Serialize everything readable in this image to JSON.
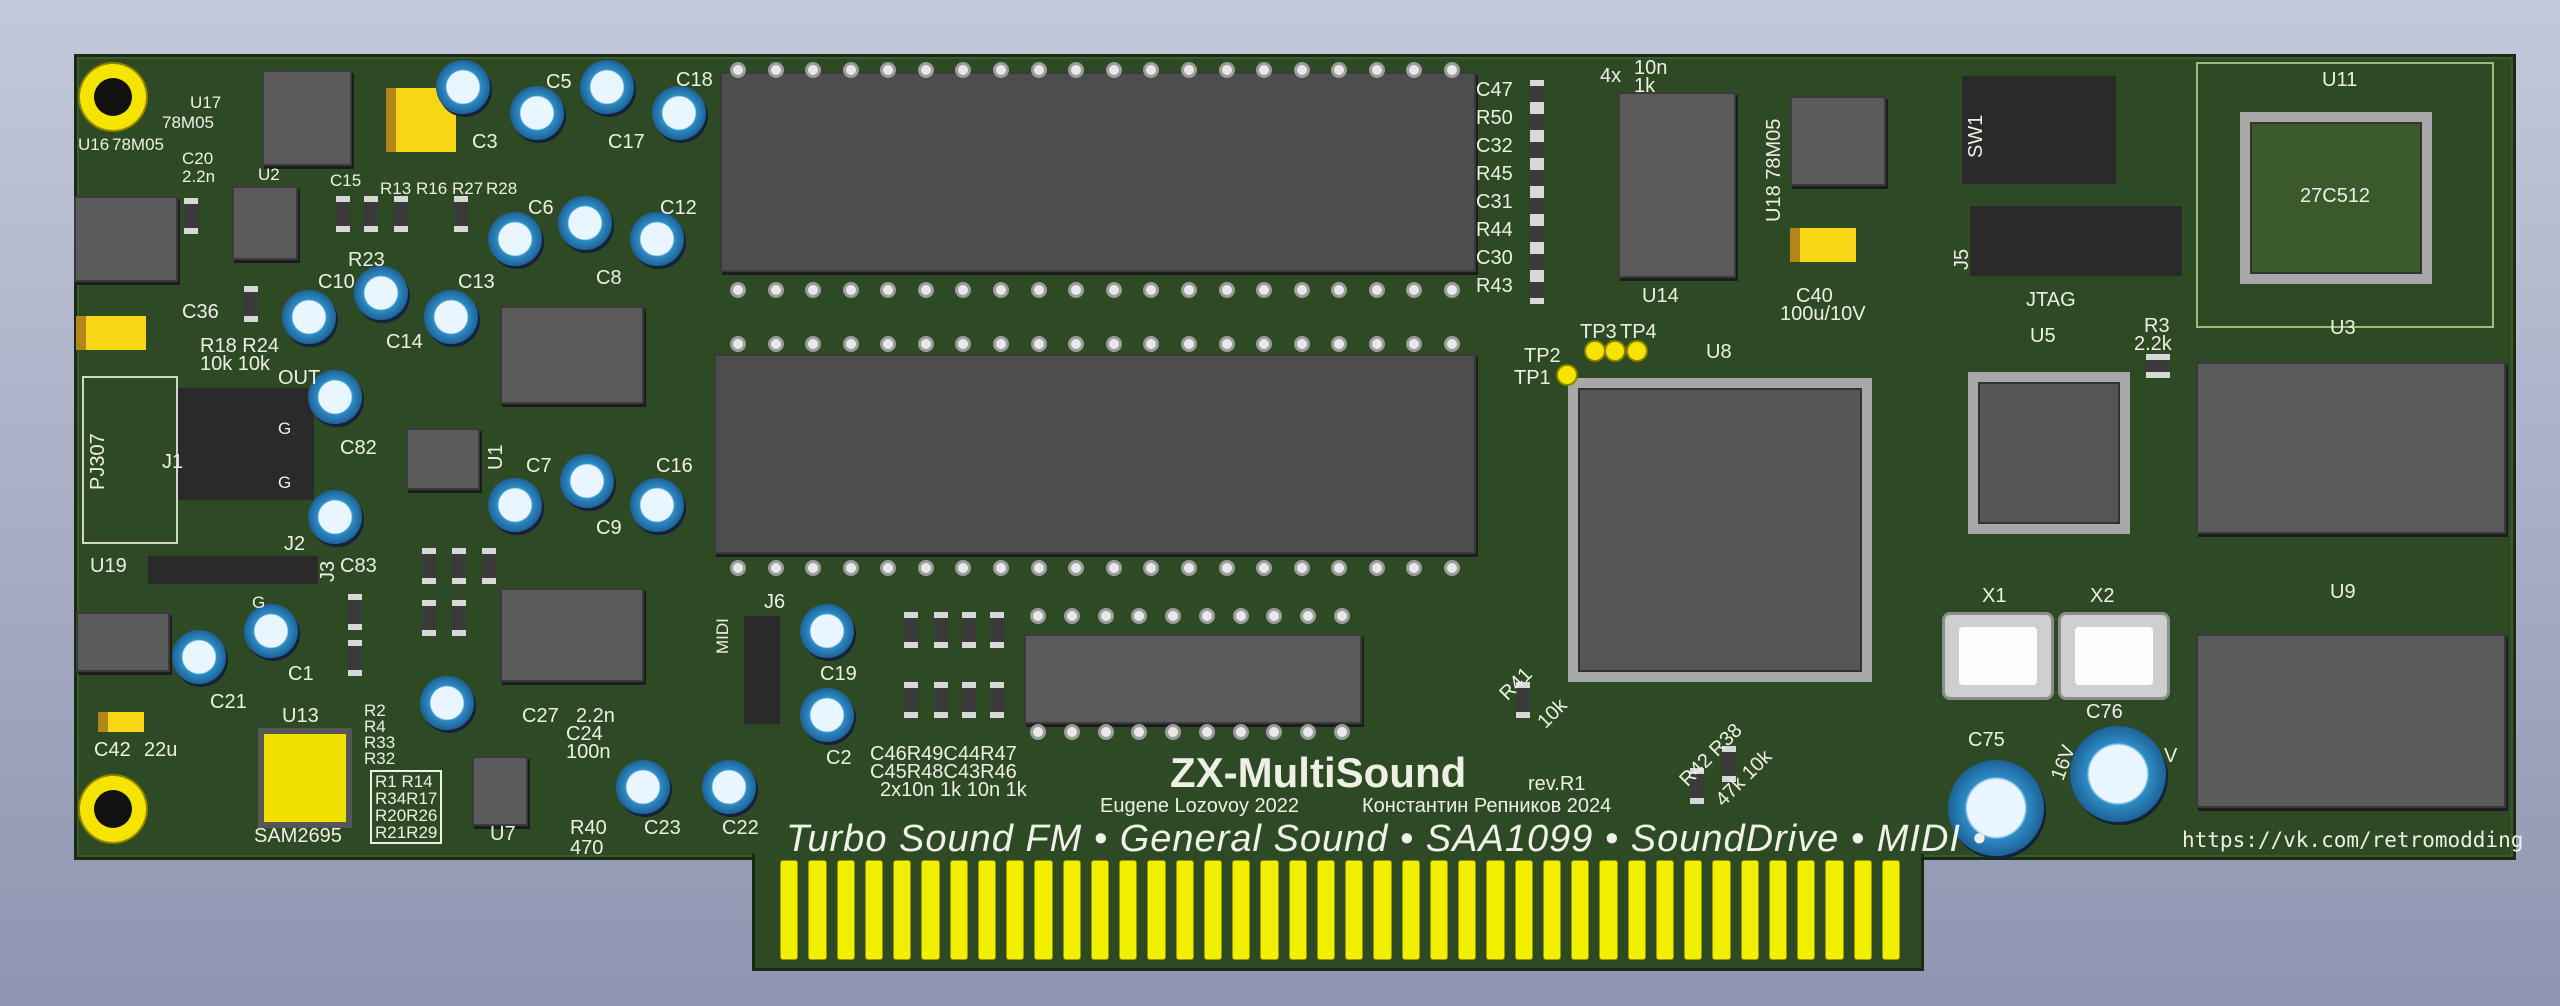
{
  "board": {
    "title": "ZX-MultiSound",
    "revision": "rev.R1",
    "credits_en": "Eugene Lozovoy 2022",
    "credits_ru": "Константин Репников 2024",
    "tagline": "Turbo Sound FM • General Sound • SAA1099 • SoundDrive • MIDI •",
    "url": "https://vk.com/retromodding"
  },
  "refs": {
    "u17": "U17",
    "u17v": "78M05",
    "u16": "U16",
    "u16v": "78M05",
    "c20": "C20",
    "c20v": "2.2n",
    "u2": "U2",
    "c15": "C15",
    "r13": "R13",
    "r16": "R16",
    "r27": "R27",
    "r28": "R28",
    "c3": "C3",
    "c5": "C5",
    "c17": "C17",
    "c18": "C18",
    "c6": "C6",
    "c12": "C12",
    "c8": "C8",
    "r23": "R23",
    "c10": "C10",
    "c14": "C14",
    "c13": "C13",
    "c36": "C36",
    "r18r24": "R18 R24",
    "r18v": "10k 10k",
    "out": "OUT",
    "pj307": "PJ307",
    "j1": "J1",
    "c82": "C82",
    "j2": "J2",
    "g1": "G",
    "g2": "G",
    "g3": "G",
    "u1": "U1",
    "c7": "C7",
    "c9": "C9",
    "c16": "C16",
    "u19": "U19",
    "j3": "J3",
    "c83": "C83",
    "c1": "C1",
    "c21": "C21",
    "r2": "R2",
    "r4": "R4",
    "r33": "R33",
    "r32": "R32",
    "c42": "C42",
    "c42v": "22u",
    "u13": "U13",
    "sam": "SAM2695",
    "rblock": [
      "R1 R14",
      "R34R17",
      "R20R26",
      "R21R29"
    ],
    "c27": "C27",
    "c27v": "2.2n",
    "c24": "C24",
    "c24v": "100n",
    "u7": "U7",
    "r40": "R40",
    "r40v": "470",
    "c23": "C23",
    "c22": "C22",
    "j6": "J6",
    "midi": "MIDI",
    "c19": "C19",
    "c2": "C2",
    "bank1": "C46R49C44R47",
    "bank2": "C45R48C43R46",
    "bank3": "2x10n 1k 10n 1k",
    "rc_col": [
      "C47",
      "R50",
      "C32",
      "R45",
      "C31",
      "R44",
      "C30",
      "R43"
    ],
    "ind": "4x",
    "ind_v1": "10n",
    "ind_v2": "1k",
    "u14": "U14",
    "u18": "U18 78M05",
    "c40": "C40",
    "c40v": "100u/10V",
    "sw1": "SW1",
    "j5": "J5",
    "jtag": "JTAG",
    "u11": "U11",
    "eprom": "27C512",
    "r3": "R3",
    "r3v": "2.2k",
    "u3": "U3",
    "u5": "U5",
    "u8": "U8",
    "tp1": "TP1",
    "tp2": "TP2",
    "tp3": "TP3",
    "tp4": "TP4",
    "x1": "X1",
    "x2": "X2",
    "u9": "U9",
    "r41": "R41",
    "r41v": "10k",
    "r42r38": "R42 R38",
    "r42v": "47k 10k",
    "c75": "C75",
    "c76": "C76",
    "v16": "16V",
    "v5": "V"
  },
  "colors": {
    "pcb": "#2e4a24",
    "silk": "#eef0e6",
    "gold": "#f2f000",
    "ic_body": "#5a5a5a",
    "cap_blue": "#2c8cc4"
  }
}
